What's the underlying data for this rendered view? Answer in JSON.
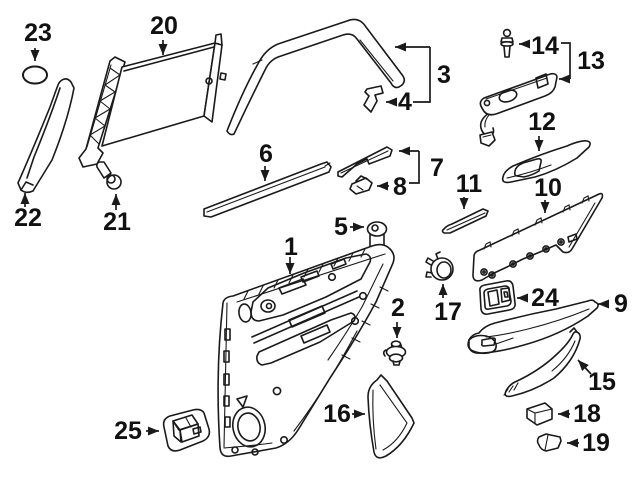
{
  "diagram_type": "exploded-parts-diagram",
  "subject": "rear door interior trim panel components line drawing",
  "colors": {
    "background": "#ffffff",
    "line_art": "#1a1a1a",
    "label_text": "#111111"
  },
  "callouts": {
    "n1": "1",
    "n2": "2",
    "n3": "3",
    "n4": "4",
    "n5": "5",
    "n6": "6",
    "n7": "7",
    "n8": "8",
    "n9": "9",
    "n10": "10",
    "n11": "11",
    "n12": "12",
    "n13": "13",
    "n14": "14",
    "n15": "15",
    "n16": "16",
    "n17": "17",
    "n18": "18",
    "n19": "19",
    "n20": "20",
    "n21": "21",
    "n22": "22",
    "n23": "23",
    "n24": "24",
    "n25": "25"
  }
}
